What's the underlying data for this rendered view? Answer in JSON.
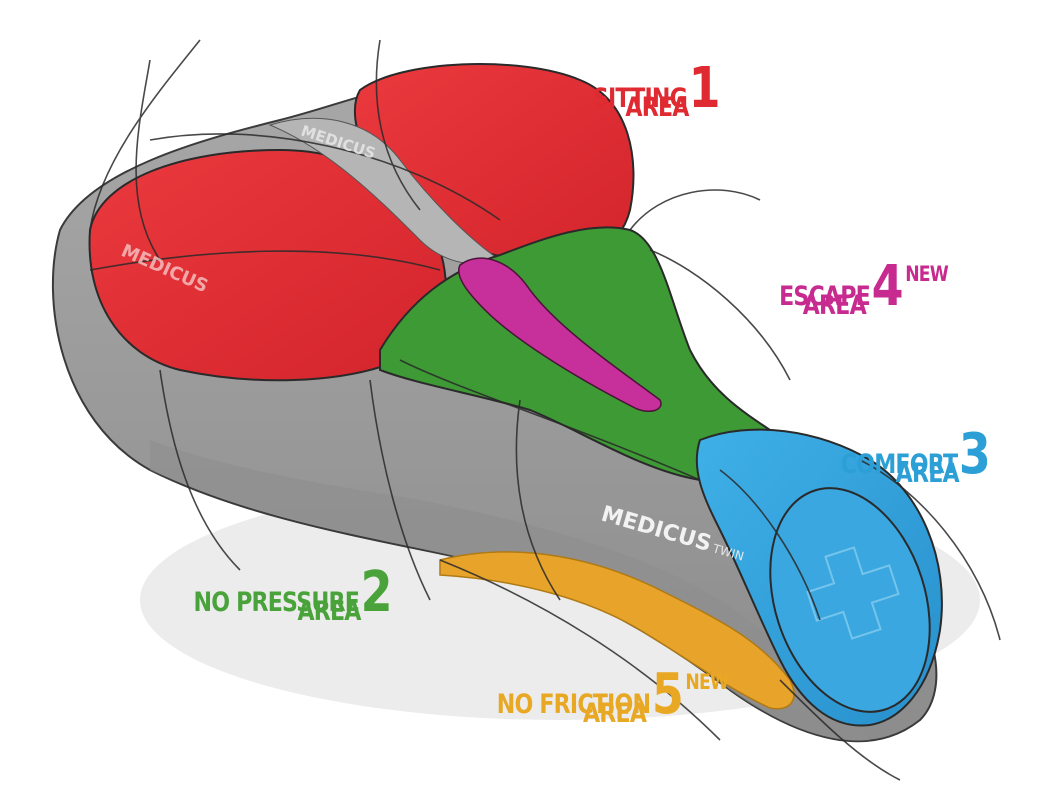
{
  "areas": [
    {
      "id": "sitting",
      "line1": "SITTING",
      "line2": "AREA",
      "number": "1",
      "tag": "",
      "color": "#e02a32"
    },
    {
      "id": "nopressure",
      "line1": "NO PRESSURE",
      "line2": "AREA",
      "number": "2",
      "tag": "",
      "color": "#4aa33a"
    },
    {
      "id": "comfort",
      "line1": "COMFORT",
      "line2": "AREA",
      "number": "3",
      "tag": "",
      "color": "#2b9fd6"
    },
    {
      "id": "escape",
      "line1": "ESCAPE",
      "line2": "AREA",
      "number": "4",
      "tag": "NEW",
      "color": "#c72b8f"
    },
    {
      "id": "nofriction",
      "line1": "NO FRICTION",
      "line2": "AREA",
      "number": "5",
      "tag": "NEW",
      "color": "#e8a823"
    }
  ],
  "branding": {
    "logo_rear": "MEDICUS",
    "logo_side": "MEDICUS",
    "logo_side_suffix": "TWIN",
    "logo_top": "MEDICUS"
  },
  "colors": {
    "shell": "#9a9a9a",
    "shell_dark": "#8a8a8a",
    "sitting": "#e02a32",
    "nopressure": "#3e9a34",
    "comfort": "#34a0dc",
    "escape": "#c7309a",
    "nofriction": "#e8a42a",
    "outline": "#222222"
  }
}
